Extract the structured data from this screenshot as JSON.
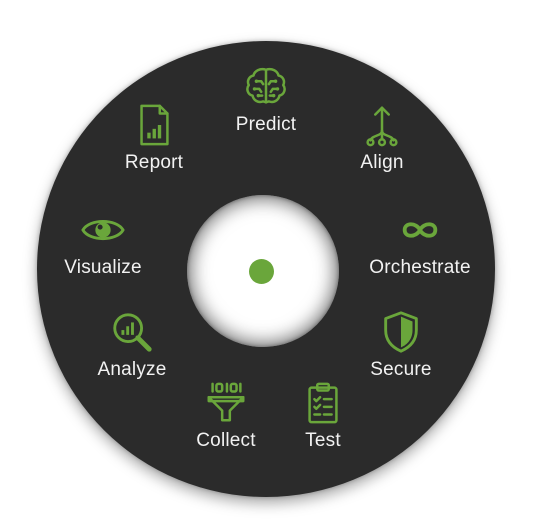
{
  "colors": {
    "accent": "#6aa63b",
    "ring": "#2b2b2b",
    "label": "#f2f2f2",
    "center": "#ffffff"
  },
  "wheel": {
    "segments": [
      {
        "label": "Predict",
        "icon": "brain-icon"
      },
      {
        "label": "Align",
        "icon": "branch-arrow-icon"
      },
      {
        "label": "Orchestrate",
        "icon": "infinity-icon"
      },
      {
        "label": "Secure",
        "icon": "shield-icon"
      },
      {
        "label": "Test",
        "icon": "clipboard-checklist-icon"
      },
      {
        "label": "Collect",
        "icon": "funnel-data-icon"
      },
      {
        "label": "Analyze",
        "icon": "magnifier-chart-icon"
      },
      {
        "label": "Visualize",
        "icon": "eye-icon"
      },
      {
        "label": "Report",
        "icon": "report-document-icon"
      }
    ]
  }
}
